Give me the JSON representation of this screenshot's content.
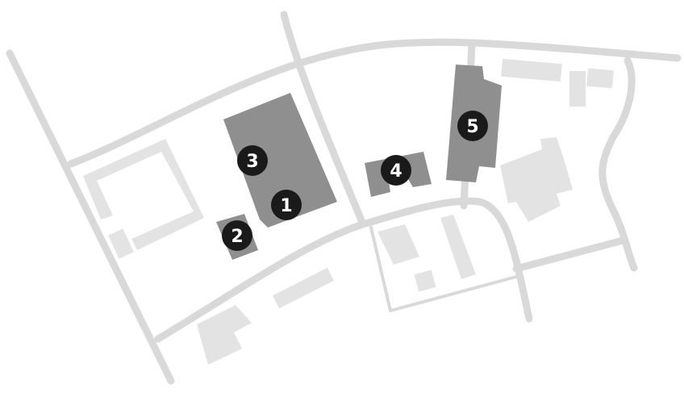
{
  "colors": {
    "background": "#ffffff",
    "road": "#d9d9d9",
    "background_building": "#e3e3e3",
    "highlighted_building": "#8f8f8f",
    "marker": "#1a1a1a",
    "marker_text": "#ffffff"
  },
  "markers": [
    {
      "id": "1",
      "label": "1"
    },
    {
      "id": "2",
      "label": "2"
    },
    {
      "id": "3",
      "label": "3"
    },
    {
      "id": "4",
      "label": "4"
    },
    {
      "id": "5",
      "label": "5"
    }
  ]
}
